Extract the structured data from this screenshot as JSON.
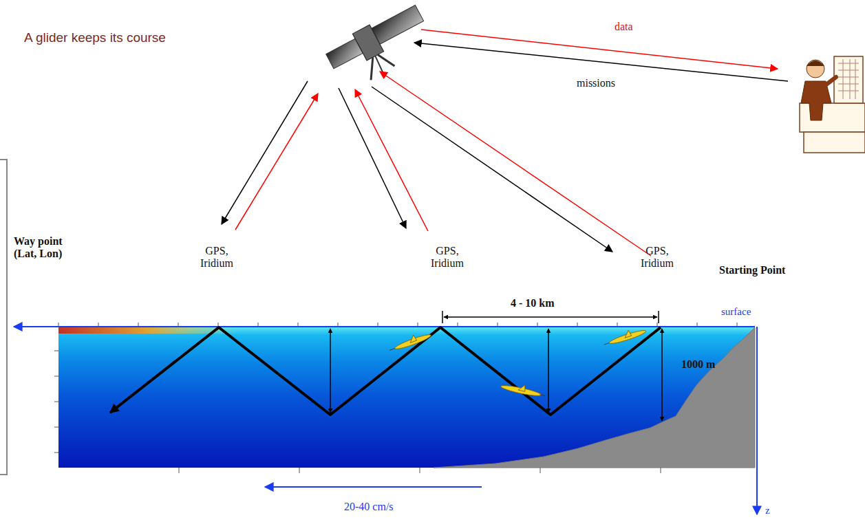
{
  "diagram": {
    "title": "A glider keeps its course",
    "labels": [
      "data",
      "missions",
      "GPS, Iridium",
      "GPS, Iridium",
      "GPS, Iridium",
      "Way point (Lat, Lon)",
      "Starting Point",
      "4 - 10 km",
      "surface",
      "1000 m",
      "20-40 cm/s",
      "z"
    ]
  }
}
